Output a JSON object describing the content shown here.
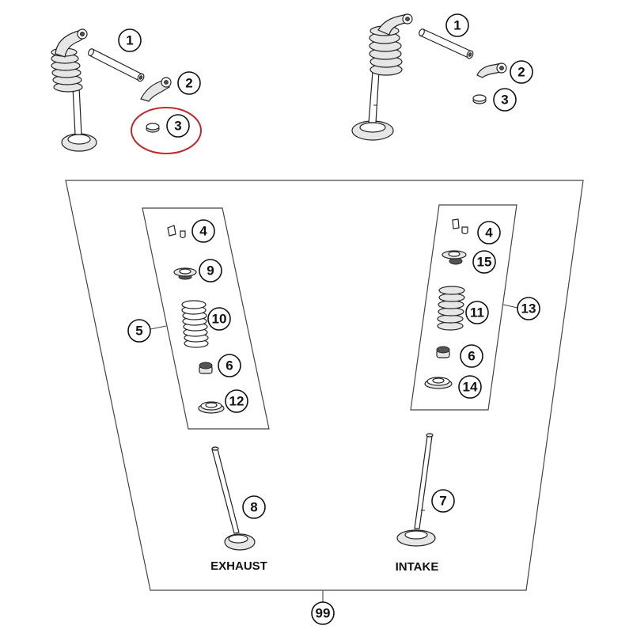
{
  "diagram": {
    "type": "exploded-parts-diagram",
    "highlight_color": "#c0282d",
    "line_color": "#444444",
    "callouts": {
      "top_left": [
        "1",
        "2",
        "3"
      ],
      "top_right": [
        "1",
        "2",
        "3"
      ],
      "exhaust_kit": [
        "4",
        "9",
        "10",
        "6",
        "12"
      ],
      "exhaust_kit_group": "5",
      "intake_kit": [
        "4",
        "15",
        "11",
        "6",
        "14"
      ],
      "intake_kit_group": "13",
      "exhaust_valve": "8",
      "intake_valve": "7",
      "assembly": "99"
    },
    "labels": {
      "exhaust": "EXHAUST",
      "intake": "INTAKE"
    },
    "highlighted_part": "3"
  }
}
